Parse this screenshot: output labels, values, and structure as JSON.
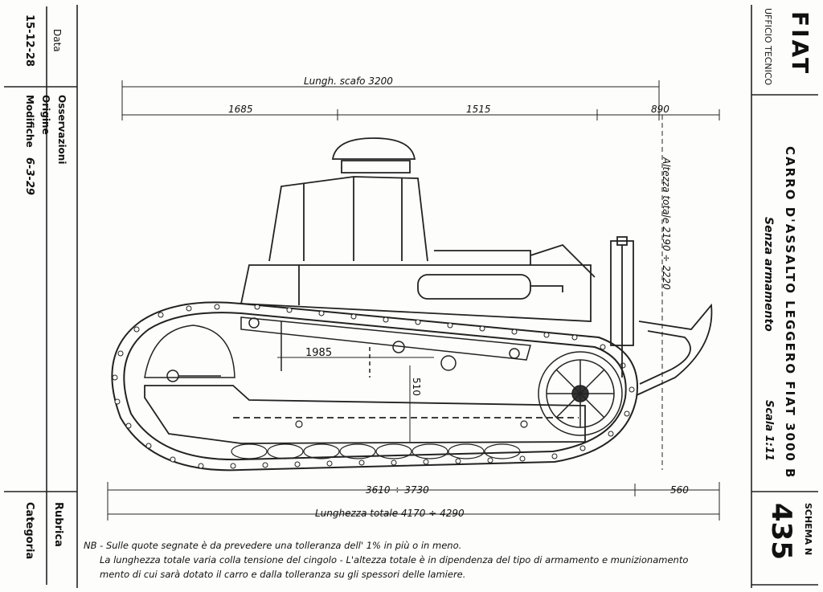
{
  "left_block": {
    "data_label": "Data",
    "date": "15-12-28",
    "observations_label": "Osservazioni",
    "origin_label": "Origine",
    "changes_label": "Modifiche",
    "changes_value": "6-3-29",
    "rubric_label": "Rubrica",
    "category_label": "Categoria"
  },
  "right_block": {
    "brand": "FIAT",
    "office": "UFFICIO TECNICO",
    "title": "CARRO D'ASSALTO LEGGERO FIAT 3000 B",
    "subtitle": "Senza armamento",
    "scale": "Scala 1:11",
    "scheme_label": "SCHEMA N",
    "scheme_number": "435"
  },
  "dimensions": {
    "hull_length": "Lungh. scafo 3200",
    "front_segment": "1685",
    "middle_segment": "1515",
    "rear_segment": "890",
    "total_height": "Altezza totale 2190 ÷ 2220",
    "wheelbase": "1985",
    "ground_clearance": "510",
    "track_contact": "3610 ÷ 3730",
    "tail_length": "560",
    "total_length": "Lunghezza totale 4170 ÷ 4290"
  },
  "notes": {
    "line1": "NB - Sulle quote segnate è da prevedere una tolleranza dell' 1% in più o in meno.",
    "line2": "La lunghezza totale varia colla tensione del cingolo - L'altezza totale è in dipendenza del tipo di armamento e munizionamento",
    "line3": "mento di cui sarà dotato il carro e dalla tolleranza su gli spessori delle lamiere."
  }
}
